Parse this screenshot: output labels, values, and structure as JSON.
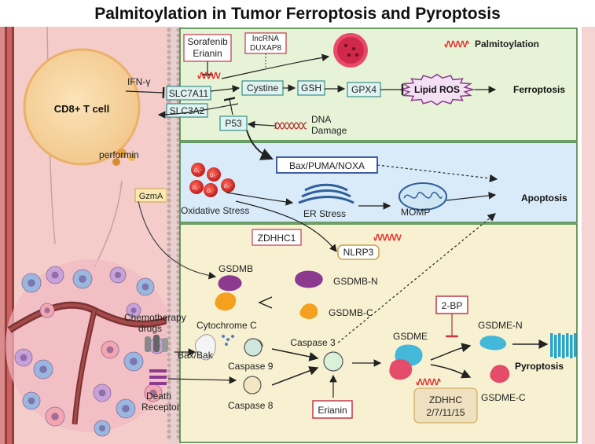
{
  "title": "Palmitoylation in Tumor Ferroptosis and Pyroptosis",
  "legend": {
    "palmitoylation": "Palmitoylation"
  },
  "cell": {
    "label": "CD8+ T cell",
    "ifn": "IFN-γ",
    "performin": "performin",
    "gzma": "GzmA"
  },
  "ferroptosis_panel": {
    "sorafenib": "Sorafenib",
    "erianin": "Erianin",
    "lncrna_1": "lncRNA",
    "lncrna_2": "DUXAP8",
    "slc7a11": "SLC7A11",
    "slc3a2": "SLC3A2",
    "cystine": "Cystine",
    "gsh": "GSH",
    "gpx4": "GPX4",
    "lipid_ros": "Lipid ROS",
    "ferroptosis": "Ferroptosis",
    "p53": "P53",
    "dna_1": "DNA",
    "dna_2": "Damage"
  },
  "apoptosis_panel": {
    "bax": "Bax/PUMA/NOXA",
    "oxidative_stress": "Oxidative Stress",
    "er_stress": "ER Stress",
    "momp": "MOMP",
    "apoptosis": "Apoptosis",
    "ros": "O₂⁻"
  },
  "pyroptosis_panel": {
    "zdhhc1": "ZDHHC1",
    "nlrp3": "NLRP3",
    "gsdmb": "GSDMB",
    "gsdmb_n": "GSDMB-N",
    "gsdmb_c": "GSDMB-C",
    "chemo_1": "Chemotherapy",
    "chemo_2": "drugs",
    "cytochrome": "Cytochrome C",
    "bax_bak": "Bax/Bak",
    "caspase9": "Caspase 9",
    "caspase8": "Caspase 8",
    "caspase3": "Caspase 3",
    "death_1": "Death",
    "death_2": "Receptor",
    "erianin": "Erianin",
    "two_bp": "2-BP",
    "gsdme": "GSDME",
    "gsdme_n": "GSDME-N",
    "gsdme_c": "GSDME-C",
    "zdhhc_1": "ZDHHC",
    "zdhhc_2": "2/7/11/15",
    "pyroptosis": "Pyroptosis"
  },
  "colors": {
    "green_panel": "#e6f3d6",
    "blue_panel": "#d9ebf8",
    "yellow_panel": "#f7f1d2",
    "panel_border": "#3f7f38",
    "tissue": "#f2c7c4",
    "red_box": "#c0394b",
    "teal_box": "#3b8c8c",
    "navy_box": "#2f4f9a",
    "purple": "#8b3a8f",
    "orange": "#f4a11f",
    "cyan": "#44b8d8",
    "red_gsdme": "#e44c6a"
  }
}
